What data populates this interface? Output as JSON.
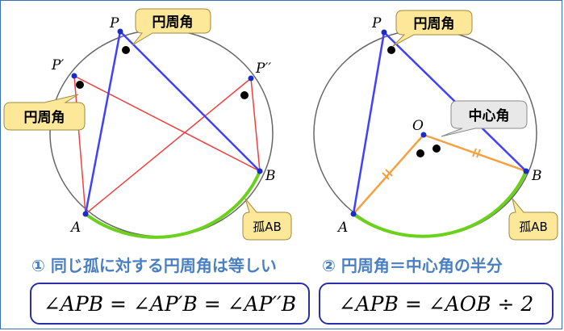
{
  "colors": {
    "circle": "#666666",
    "chord_red": "#f04040",
    "chord_blue": "#4040ff",
    "radius_orange": "#f7a040",
    "arc_green": "#6ad21a",
    "point_fill": "#1a2cc8",
    "callout_yellow": "#fde89a",
    "callout_yellow_stroke": "#a08a40",
    "callout_gray": "#e8e8e8",
    "callout_gray_stroke": "#8a8a8a",
    "caption": "#4a7fc1",
    "formula_border": "#2a2fa8"
  },
  "left": {
    "points": {
      "P": "P",
      "P1": "P′",
      "P2": "P′′",
      "A": "A",
      "B": "B"
    },
    "callouts": {
      "top": "円周角",
      "left": "円周角",
      "arc": "孤AB"
    },
    "caption": "① 同じ孤に対する円周角は等しい",
    "formula": "∠APB = ∠AP′B = ∠AP′′B"
  },
  "right": {
    "points": {
      "P": "P",
      "O": "O",
      "A": "A",
      "B": "B"
    },
    "callouts": {
      "top": "円周角",
      "center": "中心角",
      "arc": "孤AB"
    },
    "caption": "② 円周角＝中心角の半分",
    "formula": "∠APB = ∠AOB ÷ 2"
  }
}
